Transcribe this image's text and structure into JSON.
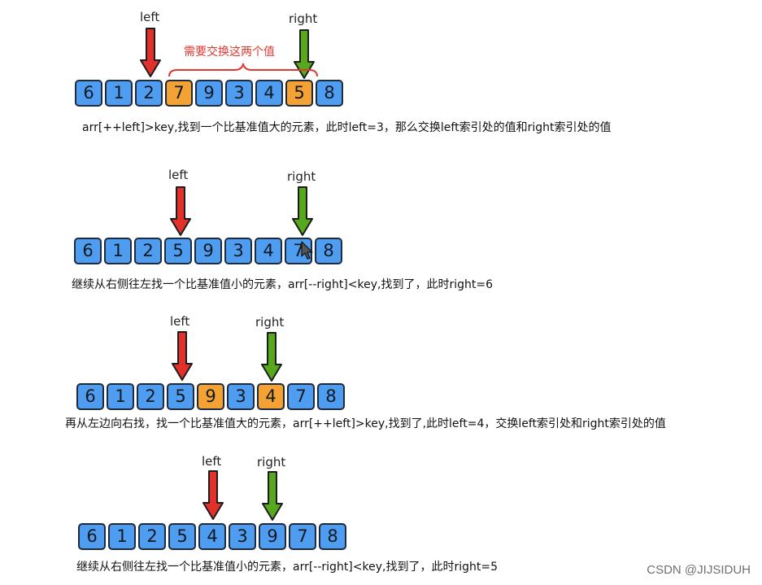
{
  "steps": [
    {
      "values": [
        "6",
        "1",
        "2",
        "7",
        "9",
        "3",
        "4",
        "5",
        "8"
      ],
      "highlight": [
        3,
        7
      ],
      "left_label": "left",
      "right_label": "right",
      "note": "需要交换这两个值",
      "caption": "arr[++left]>key,找到一个比基准值大的元素，此时left=3，那么交换left索引处的值和right索引处的值"
    },
    {
      "values": [
        "6",
        "1",
        "2",
        "5",
        "9",
        "3",
        "4",
        "7",
        "8"
      ],
      "highlight": [],
      "left_label": "left",
      "right_label": "right",
      "caption": "继续从右侧往左找一个比基准值小的元素，arr[--right]<key,找到了，此时right=6"
    },
    {
      "values": [
        "6",
        "1",
        "2",
        "5",
        "9",
        "3",
        "4",
        "7",
        "8"
      ],
      "highlight": [
        4,
        6
      ],
      "left_label": "left",
      "right_label": "right",
      "caption": "再从左边向右找，找一个比基准值大的元素，arr[++left]>key,找到了,此时left=4，交换left索引处和right索引处的值"
    },
    {
      "values": [
        "6",
        "1",
        "2",
        "5",
        "4",
        "3",
        "9",
        "7",
        "8"
      ],
      "highlight": [],
      "left_label": "left",
      "right_label": "right",
      "caption": "继续从右侧往左找一个比基准值小的元素，arr[--right]<key,找到了，此时right=5"
    }
  ],
  "colors": {
    "cell": "#4e9df1",
    "highlight": "#f5a234",
    "left_arrow": "#e2302a",
    "right_arrow": "#58a81e",
    "note": "#e2372f"
  },
  "watermark": "CSDN @JIJSIDUH"
}
